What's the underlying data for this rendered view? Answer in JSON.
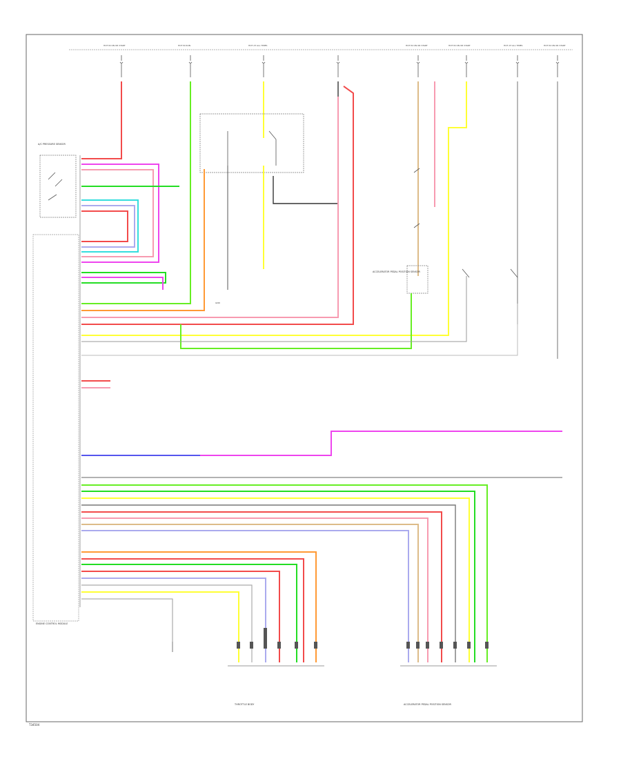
{
  "diagram": {
    "colors": {
      "red": "#f24a4a",
      "pink": "#f79ab0",
      "magenta": "#ee44ee",
      "green": "#22dd22",
      "lime": "#66ee22",
      "cyan": "#33dddd",
      "yellow": "#ffff33",
      "orange": "#ff9933",
      "blue": "#5555ee",
      "lavender": "#aaaaee",
      "gray": "#888888",
      "dark": "#333333",
      "tan": "#ddbb88",
      "outline": "#666666"
    },
    "top_connectors": [
      {
        "label": "HOT IN ON OR START"
      },
      {
        "label": "HOT IN RUN"
      },
      {
        "label": "HOT AT ALL TIMES"
      },
      {
        "label": "HOT IN ON OR START"
      },
      {
        "label": "HOT IN ON OR START"
      },
      {
        "label": "HOT AT ALL TIMES"
      },
      {
        "label": "HOT IN ON OR START"
      }
    ],
    "ecm_label": "ENGINE CONTROL MODULE",
    "left_module_label": "A/C PRESSURE SENSOR",
    "right_module_label": "ACCELERATOR PEDAL POSITION SENSOR",
    "bottom_left_connector_label": "THROTTLE BODY",
    "bottom_right_connector_label": "ACCELERATOR PEDAL POSITION SENSOR",
    "footer_code": "T34504"
  }
}
